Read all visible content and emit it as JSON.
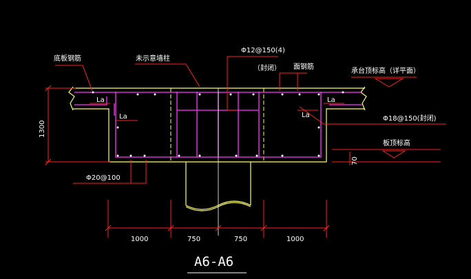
{
  "colors": {
    "background": "#000000",
    "concrete_outline": "#ffff66",
    "rebar": "#ff33ff",
    "leader": "#ff2020",
    "dimension": "#ff2020",
    "text": "#ffffff",
    "centerline": "#ffffff"
  },
  "labels": {
    "bottom_rebar": "底板钢筋",
    "column": "未示意墙柱",
    "stirrup_spec": "Φ12@150(4)",
    "closed": "（封闭）",
    "face_rebar": "面钢筋",
    "cap_top_elev": "承台顶标高（详平面）",
    "closed_rebar": "Φ18@150(封闭)",
    "slab_top_elev": "板顶标高",
    "bottom_bars": "Φ20@100",
    "anchor_la": "La"
  },
  "dimensions": {
    "height": "1300",
    "offset": "70",
    "spans": [
      "1000",
      "750",
      "750",
      "1000"
    ]
  },
  "title": "A6-A6"
}
